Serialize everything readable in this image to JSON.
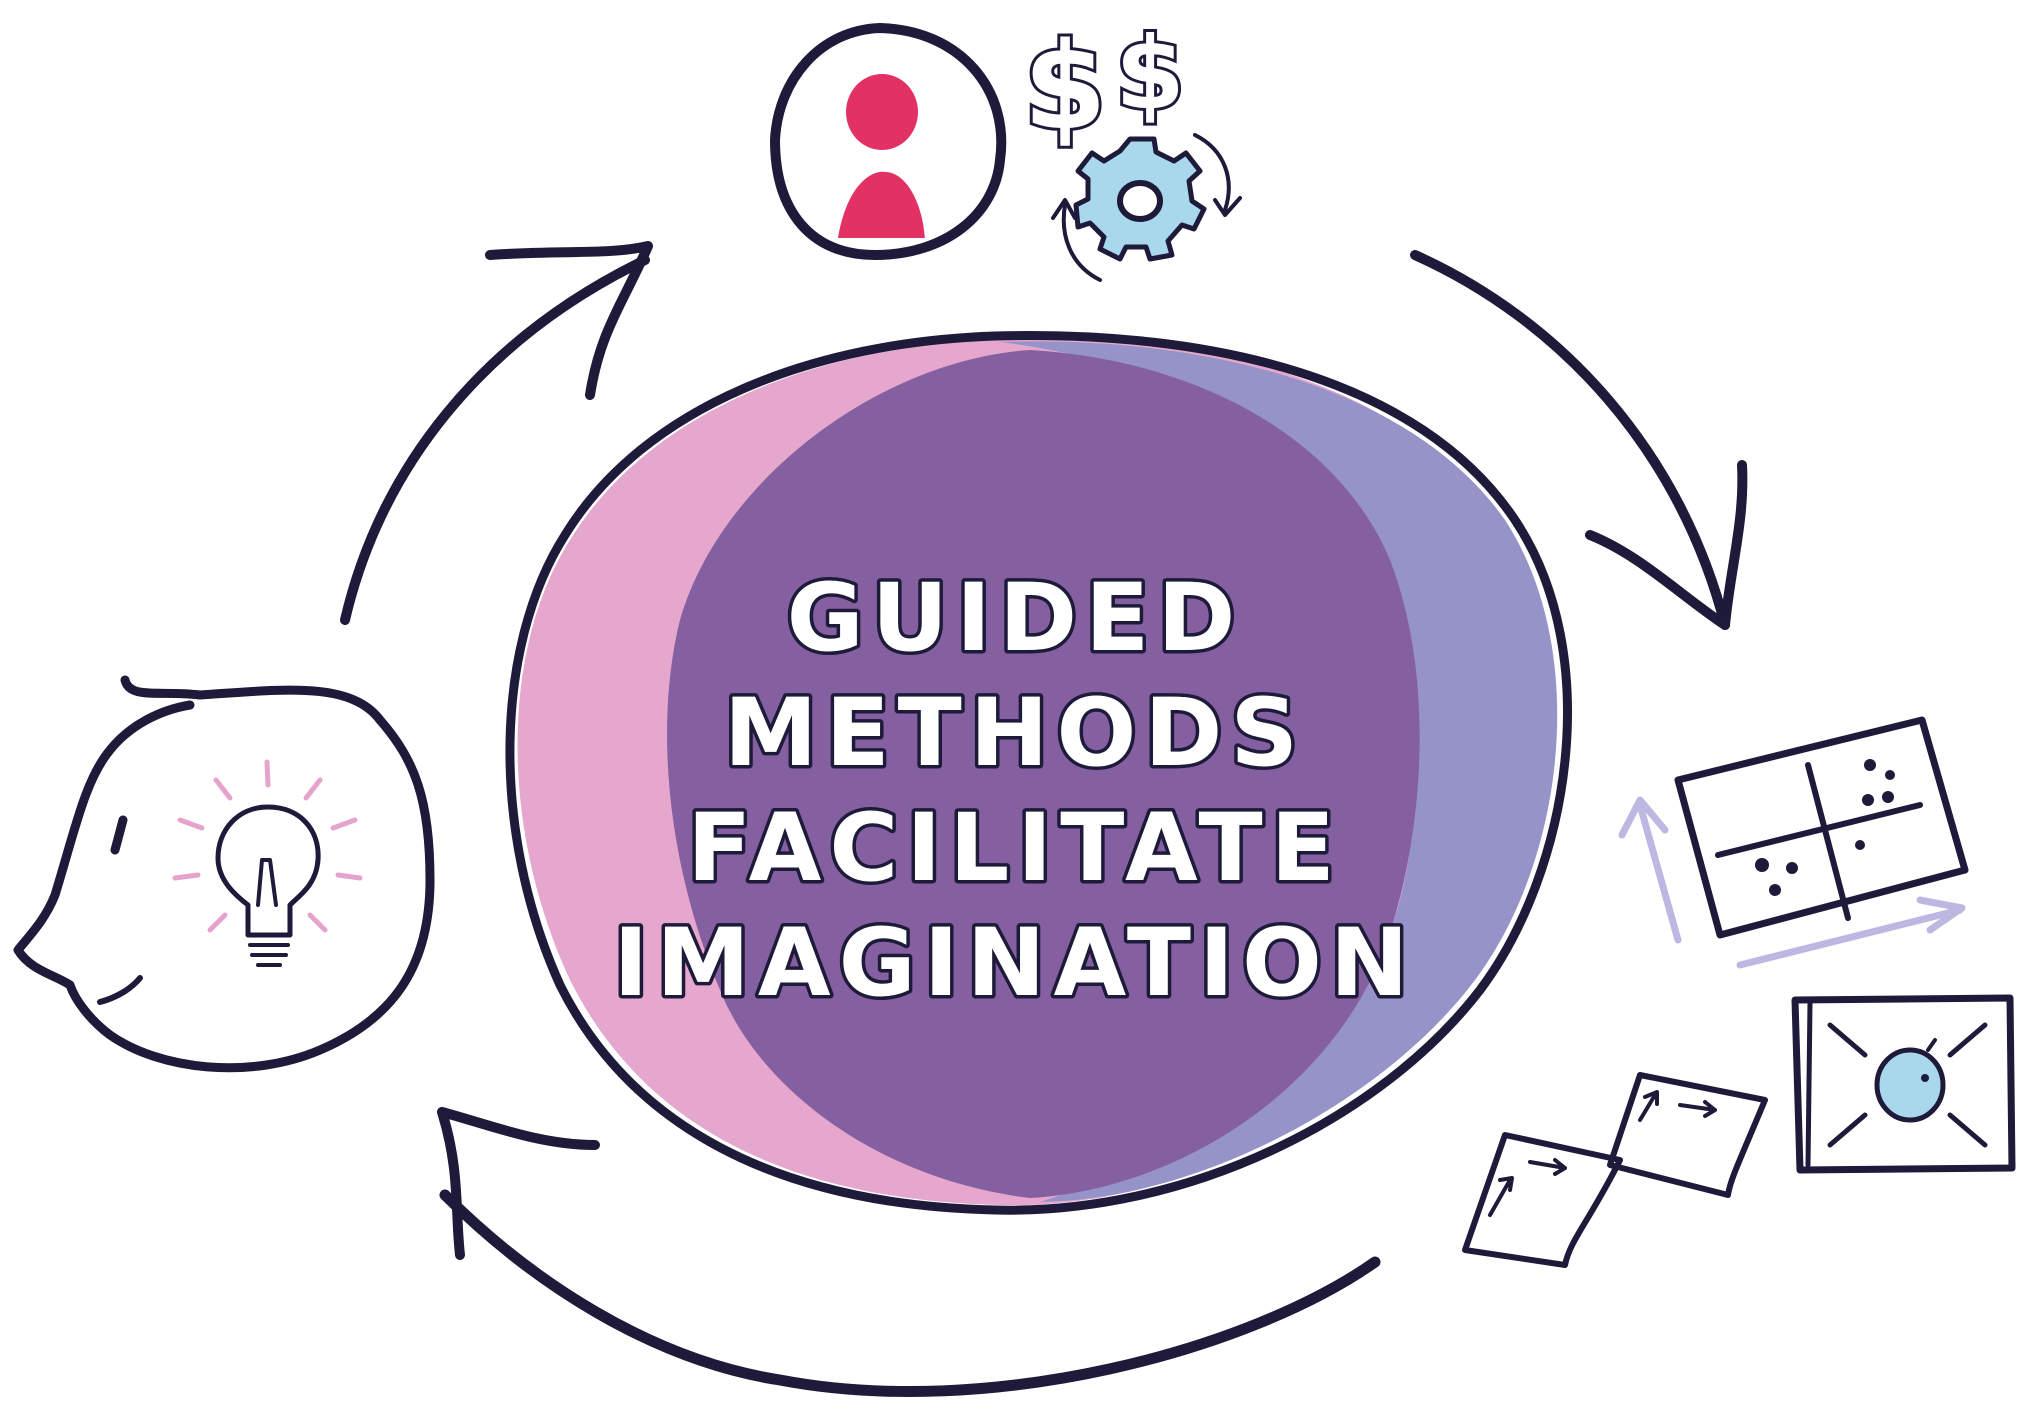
{
  "center_text": {
    "line1": "GUIDED",
    "line2": "METHODS",
    "line3": "FACILITATE",
    "line4": "IMAGINATION"
  },
  "currency_symbol": "$",
  "colors": {
    "ink": "#1d1a3a",
    "pink_ring": "#e5a7cd",
    "lavender_ring": "#9693c8",
    "purple_core": "#8560a0",
    "person_red": "#e23264",
    "gear_blue": "#a9d8ec",
    "bulb_rays": "#e6a3cc",
    "chart_arrows": "#bdb8e1",
    "figure_blue": "#a9d8ec"
  },
  "icons": [
    "person-in-circle-icon",
    "dollar-signs-icon",
    "gear-cycle-icon",
    "lightbulb-head-icon",
    "scatter-matrix-icon",
    "storyboard-frames-icon",
    "portrait-frame-icon"
  ]
}
